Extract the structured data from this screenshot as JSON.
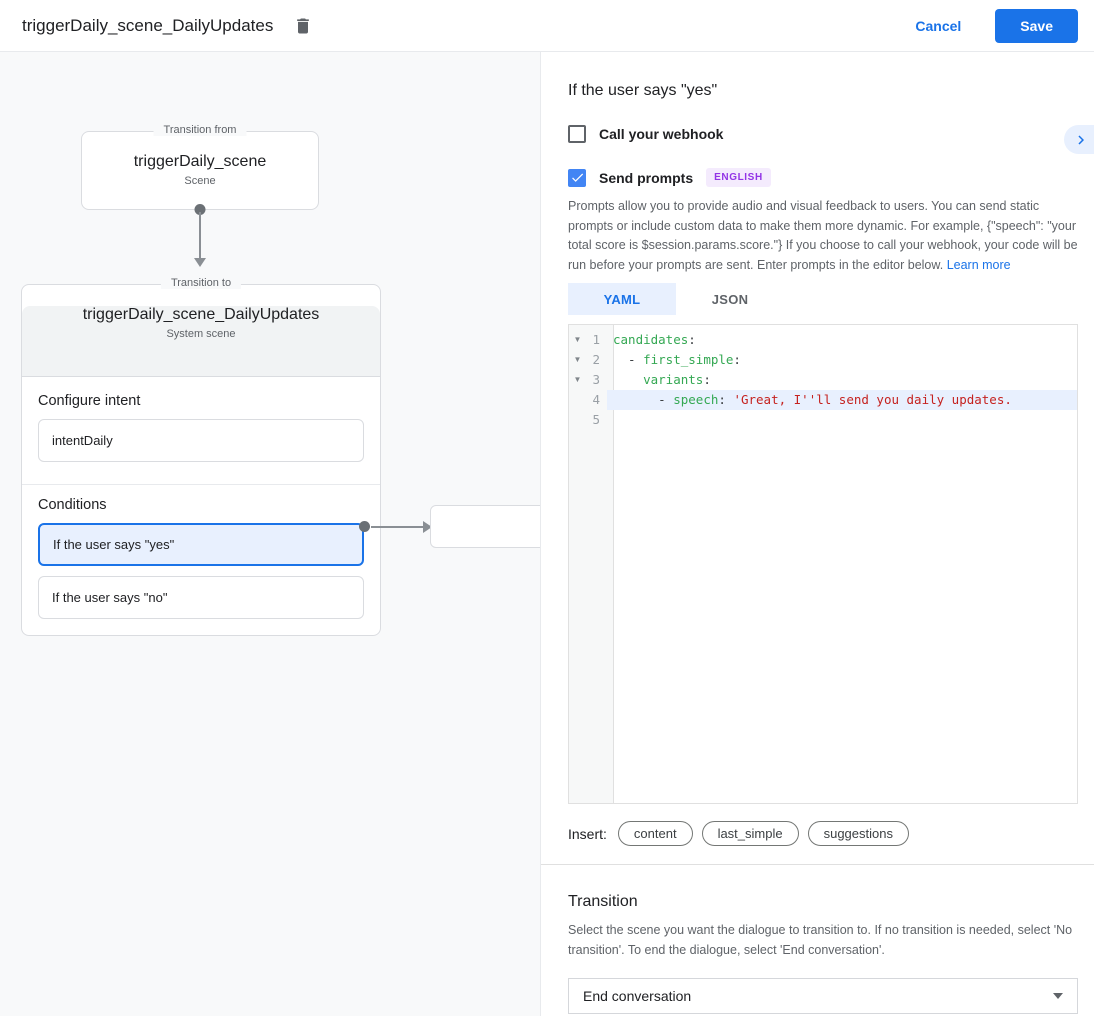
{
  "topbar": {
    "title": "triggerDaily_scene_DailyUpdates",
    "cancel": "Cancel",
    "save": "Save"
  },
  "diagram": {
    "from_label": "Transition from",
    "from_title": "triggerDaily_scene",
    "from_subtitle": "Scene",
    "to_label": "Transition to",
    "to_title": "triggerDaily_scene_DailyUpdates",
    "to_subtitle": "System scene",
    "configure_intent_label": "Configure intent",
    "intent_value": "intentDaily",
    "conditions_label": "Conditions",
    "condition_yes": "If the user says \"yes\"",
    "condition_no": "If the user says \"no\""
  },
  "panel": {
    "title": "If the user says \"yes\"",
    "webhook_label": "Call your webhook",
    "prompts_label": "Send prompts",
    "language_badge": "ENGLISH",
    "description": "Prompts allow you to provide audio and visual feedback to users. You can send static prompts or include custom data to make them more dynamic. For example, {\"speech\": \"your total score is $session.params.score.\"} If you choose to call your webhook, your code will be run before your prompts are sent. Enter prompts in the editor below.",
    "learn_more": "Learn more",
    "tabs": {
      "yaml": "YAML",
      "json": "JSON"
    },
    "insert_label": "Insert:",
    "chips": [
      "content",
      "last_simple",
      "suggestions"
    ],
    "transition": {
      "title": "Transition",
      "description": "Select the scene you want the dialogue to transition to. If no transition is needed, select 'No transition'. To end the dialogue, select 'End conversation'.",
      "value": "End conversation"
    }
  },
  "editor": {
    "lines": [
      {
        "num": 1,
        "fold": true,
        "highlight": false,
        "tokens": [
          {
            "text": "candidates",
            "type": "key"
          },
          {
            "text": ":",
            "type": "plain"
          }
        ]
      },
      {
        "num": 2,
        "fold": true,
        "highlight": false,
        "tokens": [
          {
            "text": "  - ",
            "type": "plain"
          },
          {
            "text": "first_simple",
            "type": "key"
          },
          {
            "text": ":",
            "type": "plain"
          }
        ]
      },
      {
        "num": 3,
        "fold": true,
        "highlight": false,
        "tokens": [
          {
            "text": "    ",
            "type": "plain"
          },
          {
            "text": "variants",
            "type": "key"
          },
          {
            "text": ":",
            "type": "plain"
          }
        ]
      },
      {
        "num": 4,
        "fold": false,
        "highlight": true,
        "tokens": [
          {
            "text": "      - ",
            "type": "plain"
          },
          {
            "text": "speech",
            "type": "key"
          },
          {
            "text": ": ",
            "type": "plain"
          },
          {
            "text": "'Great, I''ll send you daily updates.",
            "type": "string"
          }
        ]
      },
      {
        "num": 5,
        "fold": false,
        "highlight": false,
        "tokens": []
      }
    ]
  },
  "colors": {
    "accent_blue": "#1a73e8",
    "checkbox_blue": "#4285f4",
    "selection_blue": "#e8f0fe",
    "badge_purple_text": "#9334e6",
    "badge_purple_bg": "#f4ebfd",
    "code_key_green": "#34a853",
    "code_string_red": "#c5221f",
    "panel_bg": "#f8f9fa",
    "border_gray": "#dadce0"
  }
}
